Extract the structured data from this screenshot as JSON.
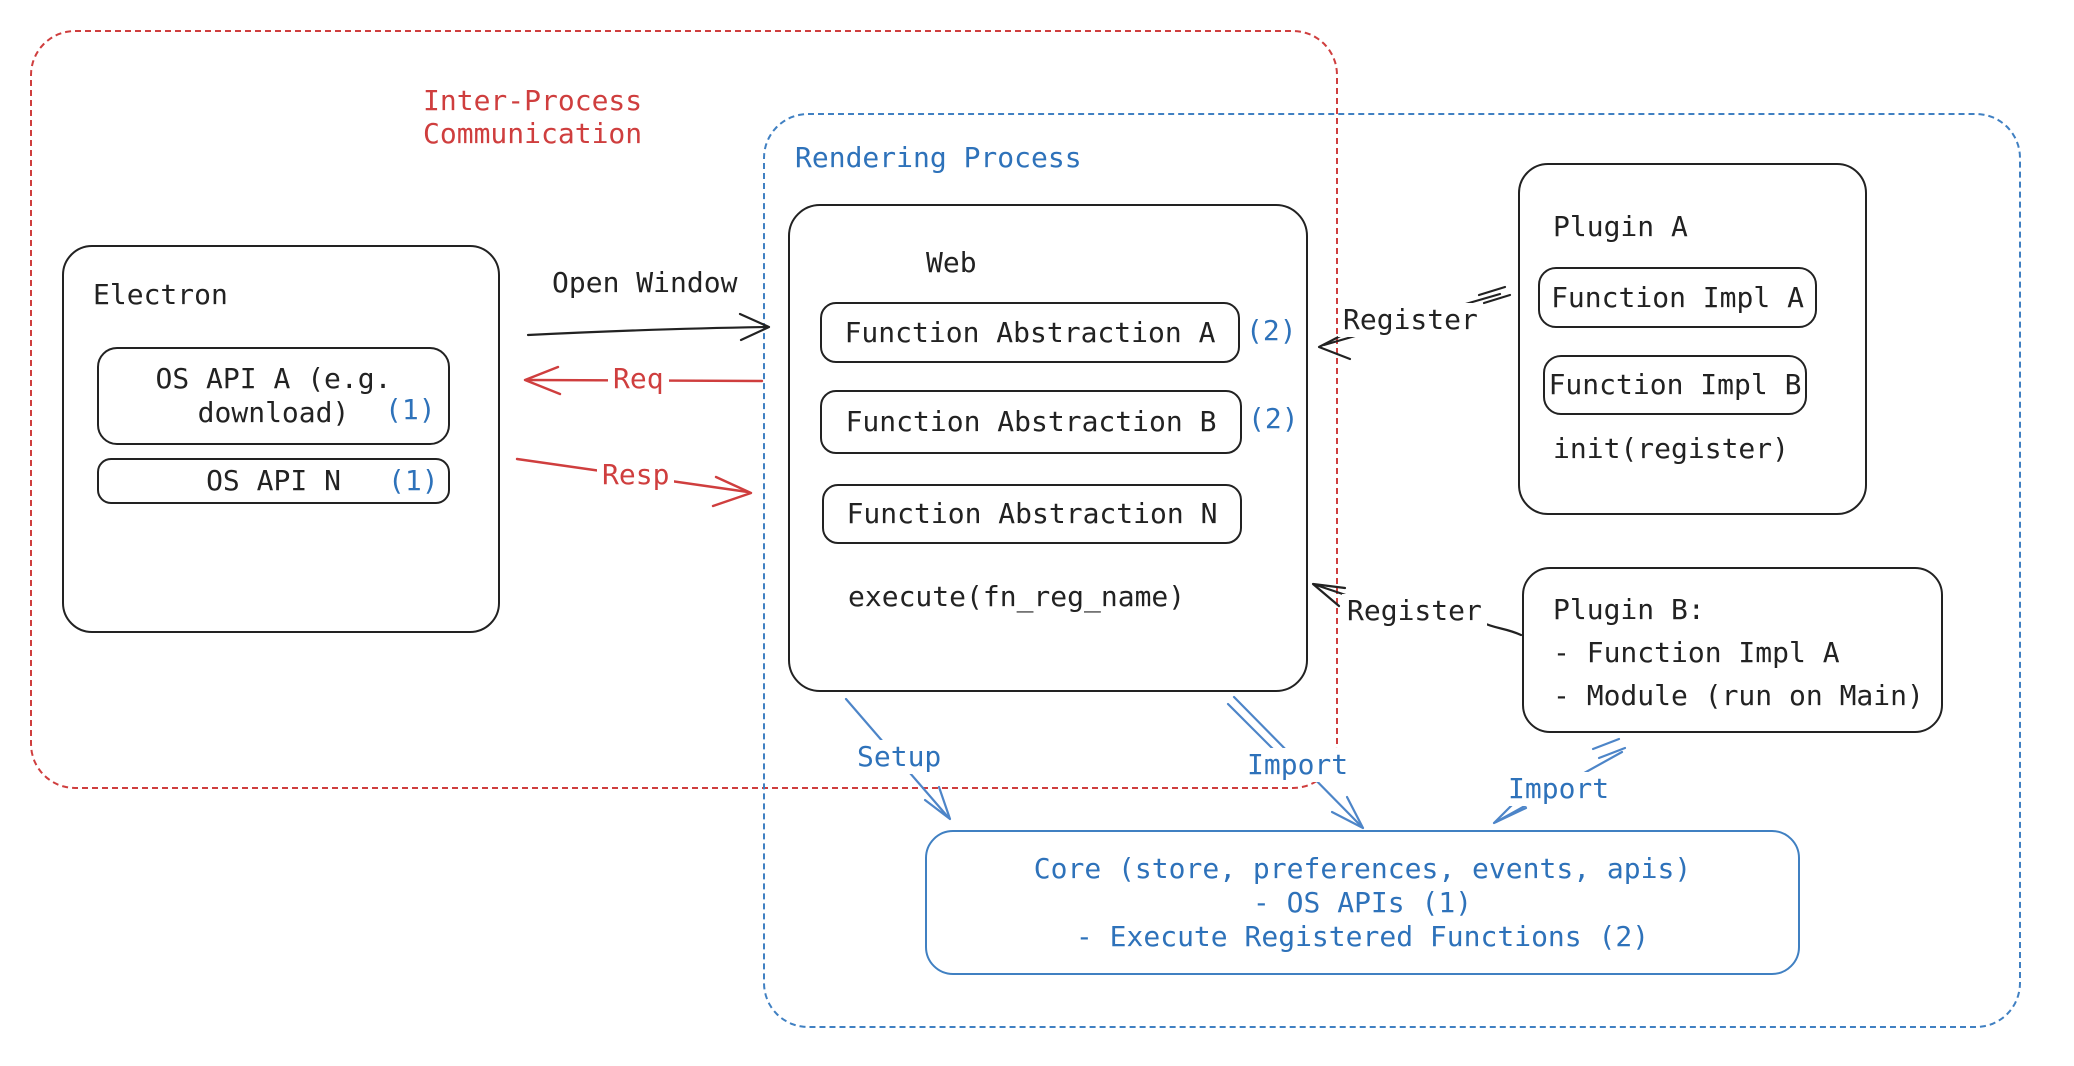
{
  "colors": {
    "ink": "#222222",
    "red": "#cf3e3e",
    "blue_text": "#2e72ba",
    "blue_line": "#4d85c8",
    "blue_border": "#4080c2"
  },
  "groups": {
    "ipc": {
      "label_line1": "Inter-Process",
      "label_line2": "Communication"
    },
    "rendering": {
      "label": "Rendering Process"
    }
  },
  "electron": {
    "title": "Electron",
    "os_api_a_line1": "OS API A (e.g.",
    "os_api_a_line2": "download)",
    "os_api_a_badge": "(1)",
    "os_api_n": "OS API N",
    "os_api_n_badge": "(1)"
  },
  "web": {
    "title": "Web",
    "fa_a": "Function Abstraction A",
    "fa_a_badge": "(2)",
    "fa_b": "Function Abstraction B",
    "fa_b_badge": "(2)",
    "fa_n": "Function Abstraction N",
    "execute": "execute(fn_reg_name)"
  },
  "plugin_a": {
    "title": "Plugin A",
    "impl_a": "Function Impl A",
    "impl_b": "Function Impl B",
    "init": "init(register)"
  },
  "plugin_b": {
    "title": "Plugin B:",
    "item1": "- Function Impl A",
    "item2": "- Module (run on Main)"
  },
  "core": {
    "line1": "Core (store, preferences, events, apis)",
    "line2": "- OS APIs (1)",
    "line3": "- Execute Registered Functions (2)"
  },
  "arrows": {
    "open_window": "Open Window",
    "req": "Req",
    "resp": "Resp",
    "register_top": "Register",
    "register_bottom": "Register",
    "setup": "Setup",
    "import_web": "Import",
    "import_plugin": "Import"
  }
}
